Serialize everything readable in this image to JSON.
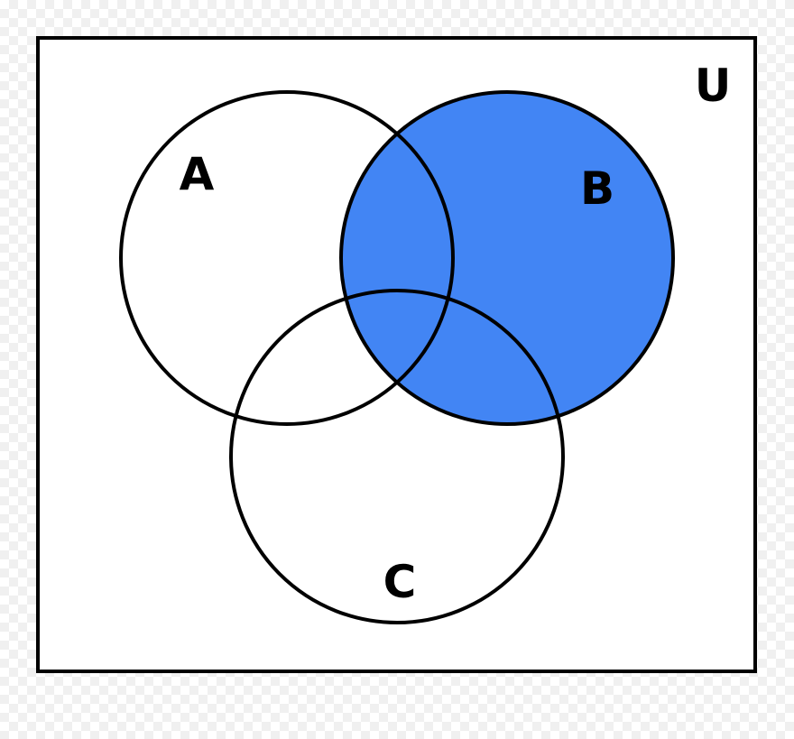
{
  "universe": {
    "label": "U"
  },
  "sets": [
    {
      "id": "a",
      "label": "A",
      "shaded": false
    },
    {
      "id": "b",
      "label": "B",
      "shaded": true
    },
    {
      "id": "c",
      "label": "C",
      "shaded": false
    }
  ],
  "colors": {
    "shade": "#4285F4",
    "outline": "#000000",
    "universe_background": "#ffffff"
  }
}
